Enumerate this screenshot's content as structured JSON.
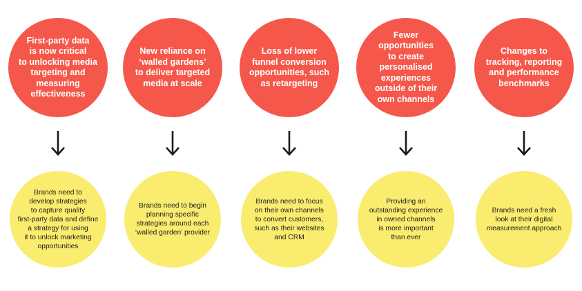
{
  "columns": [
    {
      "challenge": "First-party data\nis now critical\nto unlocking media\ntargeting and\nmeasuring\neffectiveness",
      "response": "Brands need to\ndevelop strategies\nto capture quality\nfirst-party data and define\na strategy for using\nit to unlock marketing\nopportunities"
    },
    {
      "challenge": "New reliance on\n‘walled gardens’\nto deliver targeted\nmedia at scale",
      "response": "Brands need to begin\nplanning specific\nstrategies around each\n‘walled garden’ provider"
    },
    {
      "challenge": "Loss of lower\nfunnel conversion\nopportunities, such\nas retargeting",
      "response": "Brands need to focus\non their own channels\nto convert customers,\nsuch as their websites\nand CRM"
    },
    {
      "challenge": "Fewer\nopportunities\nto create\npersonalised\nexperiences\noutside of their\nown channels",
      "response": "Providing an\noutstanding experience\nin owned channels\nis more important\nthan ever"
    },
    {
      "challenge": "Changes to\ntracking, reporting\nand performance\nbenchmarks",
      "response": "Brands need a fresh\nlook at their digital\nmeasurement approach"
    }
  ],
  "colors": {
    "challenge_circle": "#F5584A",
    "response_circle": "#FAEC6E",
    "arrow": "#1a1a1a"
  },
  "icons": {
    "connector": "arrow-down-icon"
  }
}
